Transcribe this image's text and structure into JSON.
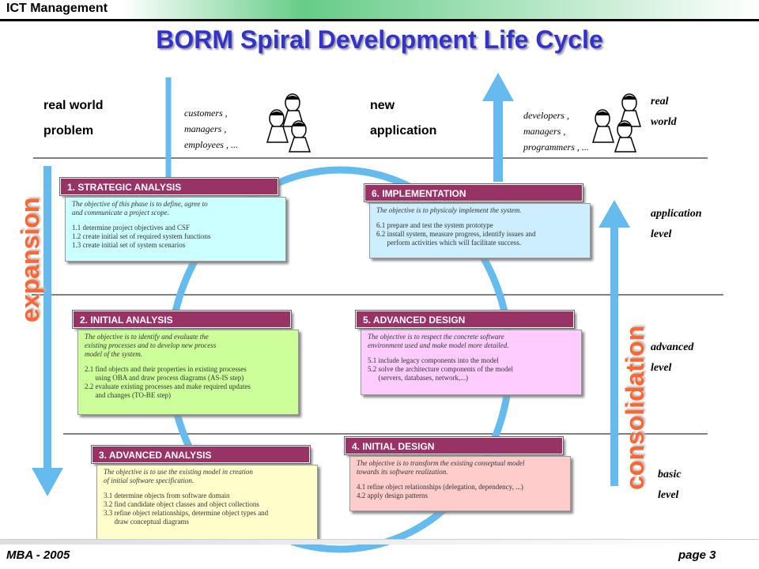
{
  "header": {
    "course": "ICT Management"
  },
  "title": "BORM Spiral Development Life Cycle",
  "top_left": {
    "line1": "real world",
    "line2": "problem"
  },
  "top_left_roles": [
    "customers ,",
    "managers ,",
    "employees , ..."
  ],
  "top_mid": {
    "line1": "new",
    "line2": "application"
  },
  "top_right_roles": [
    "developers ,",
    "managers ,",
    "programmers , ..."
  ],
  "levels": {
    "real": [
      "real",
      "world"
    ],
    "application": [
      "application",
      "level"
    ],
    "advanced": [
      "advanced",
      "level"
    ],
    "basic": [
      "basic",
      "level"
    ]
  },
  "side": {
    "left": "expansion",
    "right": "consolidation"
  },
  "phases": [
    {
      "title": "1. STRATEGIC ANALYSIS",
      "intro": [
        "The objective of this phase is to define, agree to",
        "and communicate a project scope."
      ],
      "items": [
        "1.1 determine project objectives and CSF",
        "1.2 create initial set of required system functions",
        "1.3 create initial set of system scenarios"
      ]
    },
    {
      "title": "2. INITIAL ANALYSIS",
      "intro": [
        "The objective is to identify and evaluate the",
        "existing processes and to develop new process",
        "model of the system."
      ],
      "items": [
        "2.1 find objects and their properties in existing processes",
        "      using OBA and draw process diagrams (AS-IS step)",
        "2.2 evaluate existing processes and make required updates",
        "      and changes (TO-BE step)"
      ]
    },
    {
      "title": "3. ADVANCED ANALYSIS",
      "intro": [
        "The objective is to use the existing model in creation",
        "of initial software specification."
      ],
      "items": [
        "3.1 determine objects from software domain",
        "3.2 find candidate object classes and object collections",
        "3.3 refine object relationships, determine object types and",
        "      draw conceptual diagrams"
      ]
    },
    {
      "title": "4. INITIAL DESIGN",
      "intro": [
        "The objective is to transform the existing conseptual model",
        "towards its software realization."
      ],
      "items": [
        "4.1 refine object relationships (delegation, dependency, ...)",
        "4.2 apply design patterns"
      ]
    },
    {
      "title": "5. ADVANCED DESIGN",
      "intro": [
        "The objective is to respect the concrete software",
        "environment used and make model more detailed."
      ],
      "items": [
        "5.1 include legacy components into the model",
        "5.2 solve the architecture components of the model",
        "      (servers, databases, network,...)"
      ]
    },
    {
      "title": "6. IMPLEMENTATION",
      "intro": [
        "The objective is to physicaly implement the system."
      ],
      "items": [
        "6.1 prepare and test the system prototype",
        "6.2 install system, measure progress, identify issues and",
        "      perform activities which will facilitate success."
      ]
    }
  ],
  "footer": {
    "left": "MBA - 2005",
    "right": "page 3"
  },
  "colors": {
    "header_box": "#993366",
    "arrow": "#66bbee",
    "title": "#3333cc",
    "side_text": "#ff6633",
    "phase1_bg": "#ccffff",
    "phase2_bg": "#ccff99",
    "phase3_bg": "#ffffcc",
    "phase4_bg": "#ffcccc",
    "phase5_bg": "#ffccff",
    "phase6_bg": "#cceeff"
  },
  "icons": [
    "person-icon"
  ]
}
